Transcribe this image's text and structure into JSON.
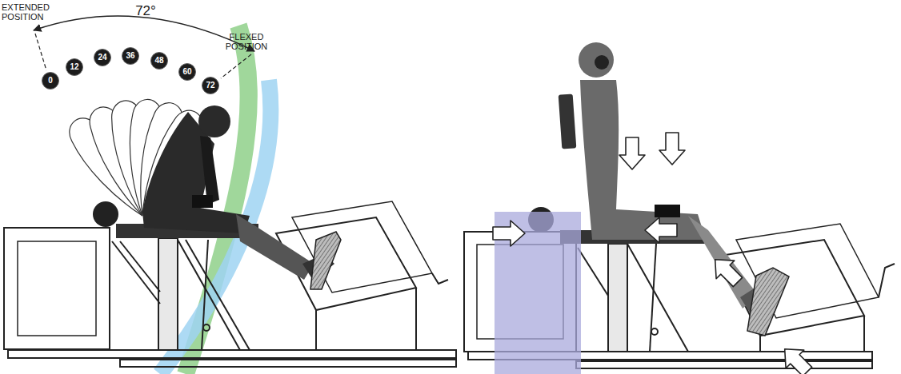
{
  "diagram": {
    "nodes": [
      {
        "text": [
          "0"
        ]
      },
      {
        "text": [
          "12"
        ]
      },
      {
        "text": [
          "24"
        ]
      },
      {
        "text": [
          "36"
        ]
      },
      {
        "text": [
          "48"
        ]
      },
      {
        "text": [
          "60"
        ]
      },
      {
        "text": [
          "72"
        ]
      }
    ],
    "labels": [
      "EXTENDED POSITION",
      "72°",
      "FLEXED POSITION"
    ]
  }
}
